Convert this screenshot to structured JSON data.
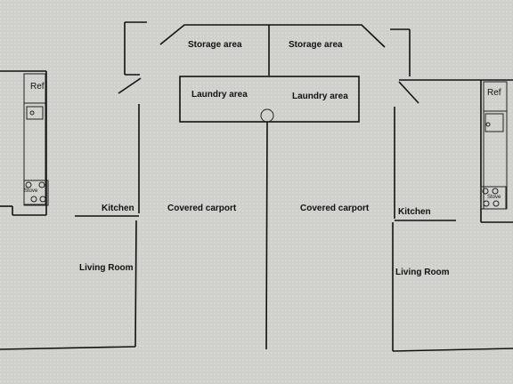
{
  "labels": {
    "storage_left": "Storage area",
    "storage_right": "Storage area",
    "laundry_left": "Laundry area",
    "laundry_right": "Laundry area",
    "carport_left": "Covered carport",
    "carport_right": "Covered carport",
    "kitchen_left": "Kitchen",
    "kitchen_right": "Kitchen",
    "living_left": "Living Room",
    "living_right": "Living Room",
    "ref_left": "Ref",
    "ref_right": "Ref",
    "stove_left": "Stove",
    "stove_right": "Stove"
  },
  "colors": {
    "background": "#cfd0cc",
    "lines": "#111111",
    "fixture_fill": "#d8d9d5"
  }
}
